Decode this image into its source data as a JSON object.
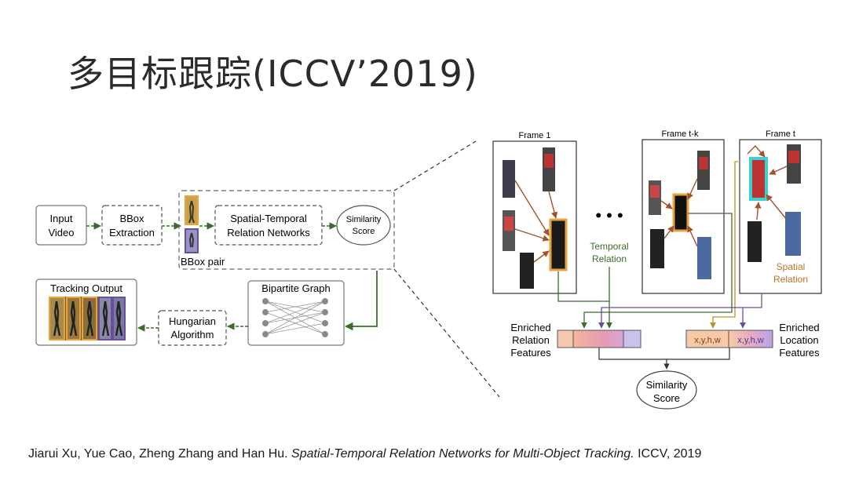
{
  "slide": {
    "title": "多目标跟踪(ICCV’2019)",
    "citation": {
      "authors": "Jiarui Xu, Yue Cao, Zheng Zhang and Han Hu.",
      "paper": "Spatial-Temporal Relation Networks for Multi-Object Tracking.",
      "venue": "ICCV, 2019"
    }
  },
  "pipeline": {
    "input_video": [
      "Input",
      "Video"
    ],
    "bbox_extraction": [
      "BBox",
      "Extraction"
    ],
    "strn": [
      "Spatial-Temporal",
      "Relation Networks"
    ],
    "similarity": [
      "Similarity",
      "Score"
    ],
    "bbox_pair": "BBox pair",
    "bipartite_graph": "Bipartite Graph",
    "hungarian": [
      "Hungarian",
      "Algorithm"
    ],
    "tracking_output": "Tracking Output"
  },
  "detail": {
    "frame_1": "Frame 1",
    "frame_tk": "Frame t-k",
    "frame_t": "Frame t",
    "ellipsis": "• • •",
    "temporal_relation": [
      "Temporal",
      "Relation"
    ],
    "spatial_relation": [
      "Spatial",
      "Relation"
    ],
    "enriched_relation": [
      "Enriched",
      "Relation",
      "Features"
    ],
    "enriched_location": [
      "Enriched",
      "Location",
      "Features"
    ],
    "loc_a": "x,y,h,w",
    "loc_b": "x,y,h,w",
    "similarity": [
      "Similarity",
      "Score"
    ]
  },
  "colors": {
    "arrow_green": "#3d6b2f",
    "arrow_purple": "#6a4e9c",
    "arrow_brown": "#a0522d",
    "highlight_orange": "#e8a33a",
    "highlight_cyan": "#3fd0d0",
    "temporal_text": "#3d6b2f",
    "spatial_text": "#b8742a"
  }
}
